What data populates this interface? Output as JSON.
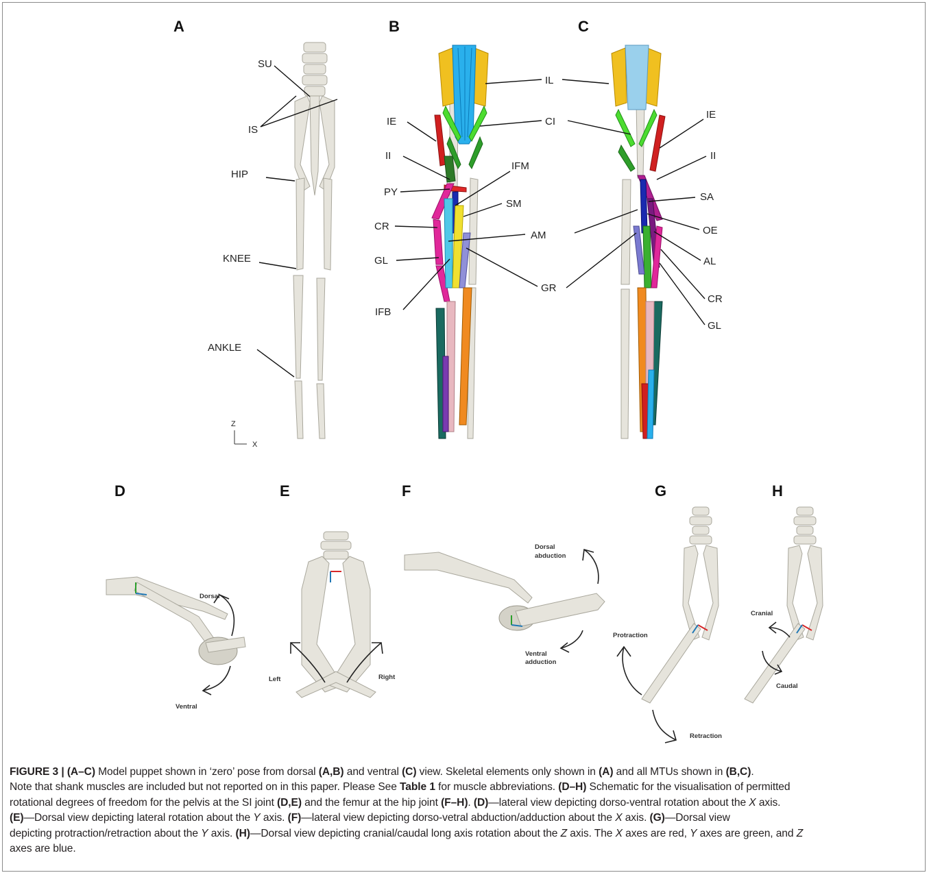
{
  "panels": {
    "A": {
      "letter": "A",
      "labels": [
        "SU",
        "IS",
        "HIP",
        "KNEE",
        "ANKLE"
      ],
      "axis_z": "Z",
      "axis_x": "X"
    },
    "B": {
      "letter": "B",
      "labels_left": [
        "IE",
        "II",
        "PY",
        "CR",
        "GL",
        "IFB"
      ],
      "labels_right": [
        "IL",
        "CI",
        "IFM",
        "SM",
        "AM",
        "GR"
      ]
    },
    "C": {
      "letter": "C",
      "labels": [
        "IE",
        "II",
        "SA",
        "OE",
        "AL",
        "CR",
        "GL"
      ]
    },
    "D": {
      "letter": "D",
      "dorsal": "Dorsal",
      "ventral": "Ventral"
    },
    "E": {
      "letter": "E",
      "left": "Left",
      "right": "Right"
    },
    "F": {
      "letter": "F",
      "dorsal_abduction_1": "Dorsal",
      "dorsal_abduction_2": "abduction",
      "ventral_adduction_1": "Ventral",
      "ventral_adduction_2": "adduction"
    },
    "G": {
      "letter": "G",
      "protraction": "Protraction",
      "retraction": "Retraction"
    },
    "H": {
      "letter": "H",
      "cranial": "Cranial",
      "caudal": "Caudal"
    }
  },
  "caption": {
    "fig": "FIGURE 3 | ",
    "s1b": "(A–C)",
    "s1": " Model puppet shown in ‘zero’ pose from dorsal ",
    "s2b": "(A,B)",
    "s2": " and ventral ",
    "s3b": "(C)",
    "s3": " view. Skeletal elements only shown in ",
    "s4b": "(A)",
    "s4": " and all MTUs shown in ",
    "s5b": "(B,C)",
    "s5": ".",
    "line2": "Note that shank muscles are included but not reported on in this paper. Please See ",
    "table": "Table 1",
    "line2b": " for muscle abbreviations. ",
    "s6b": "(D–H)",
    "s6": " Schematic for the visualisation of permitted",
    "line3a": "rotational degrees of freedom for the pelvis at the SI joint ",
    "s7b": "(D,E)",
    "line3b": " and the femur at the hip joint ",
    "s8b": "(F–H)",
    "line3c": ". ",
    "s9b": "(D)",
    "line3d": "—lateral view depicting dorso-ventral rotation about the ",
    "x1": "X",
    "line3e": " axis.",
    "s10b": "(E)",
    "line4a": "—Dorsal view depicting lateral rotation about the ",
    "y1": "Y",
    "line4b": " axis. ",
    "s11b": "(F)",
    "line4c": "—lateral view depicting dorso-vetral abduction/adduction about the ",
    "x2": "X",
    "line4d": " axis. ",
    "s12b": "(G)",
    "line4e": "—Dorsal view",
    "line5a": "depicting protraction/retraction about the ",
    "y2": "Y",
    "line5b": " axis. ",
    "s13b": "(H)",
    "line5c": "—Dorsal view depicting cranial/caudal long axis rotation about the ",
    "z1": "Z",
    "line5d": " axis. The ",
    "x3": "X",
    "line5e": " axes are red, ",
    "y3": "Y",
    "line5f": " axes are green, and ",
    "z2": "Z",
    "line6": "axes are blue."
  },
  "colors": {
    "x_axis": "#d62728",
    "y_axis": "#2ca02c",
    "z_axis": "#1f77b4"
  }
}
